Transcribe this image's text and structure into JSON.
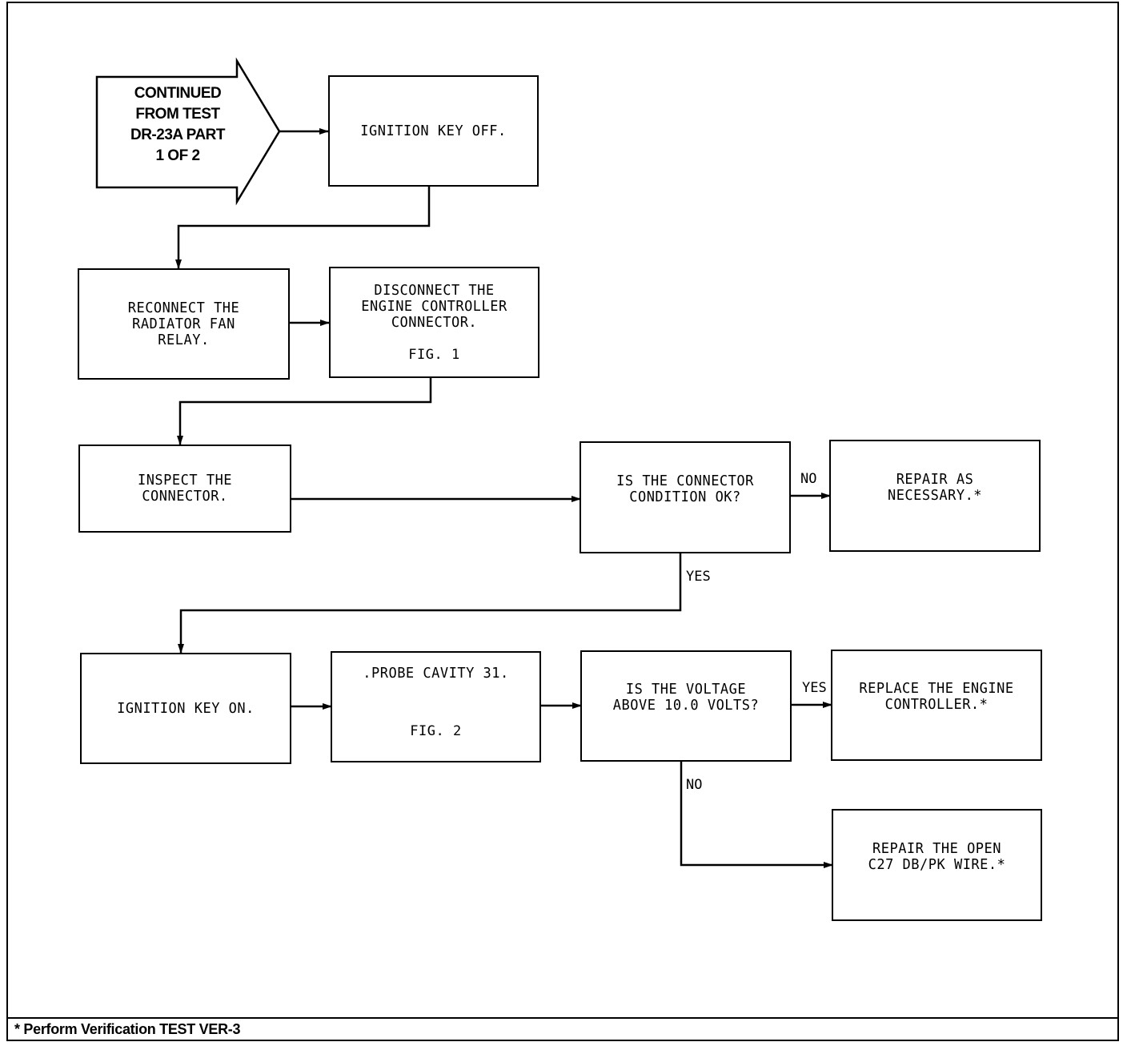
{
  "start": {
    "lines": [
      "CONTINUED",
      "FROM TEST",
      "DR-23A PART",
      "1 OF 2"
    ]
  },
  "steps": {
    "key_off": {
      "lines": [
        "IGNITION KEY OFF."
      ]
    },
    "reconnect": {
      "lines": [
        "RECONNECT THE",
        "RADIATOR FAN",
        "RELAY."
      ]
    },
    "disconnect": {
      "lines": [
        "DISCONNECT THE",
        "ENGINE CONTROLLER",
        "CONNECTOR."
      ],
      "fig": "FIG. 1"
    },
    "inspect": {
      "lines": [
        "INSPECT THE",
        "CONNECTOR."
      ]
    },
    "connector_ok": {
      "lines": [
        "IS THE CONNECTOR",
        "CONDITION OK?"
      ]
    },
    "repair_necessary": {
      "lines": [
        "REPAIR AS",
        "NECESSARY.*"
      ]
    },
    "key_on": {
      "lines": [
        "IGNITION KEY ON."
      ]
    },
    "probe": {
      "lines": [
        ".PROBE CAVITY 31."
      ],
      "fig": "FIG. 2"
    },
    "voltage_check": {
      "lines": [
        "IS THE VOLTAGE",
        "ABOVE 10.0 VOLTS?"
      ]
    },
    "replace_controller": {
      "lines": [
        "REPLACE THE ENGINE",
        "CONTROLLER.*"
      ]
    },
    "repair_open": {
      "lines": [
        "REPAIR THE OPEN",
        "C27 DB/PK WIRE.*"
      ]
    }
  },
  "labels": {
    "no_1": "NO",
    "yes_1": "YES",
    "yes_2": "YES",
    "no_2": "NO"
  },
  "footer": {
    "note": "* Perform Verification TEST VER-3"
  }
}
